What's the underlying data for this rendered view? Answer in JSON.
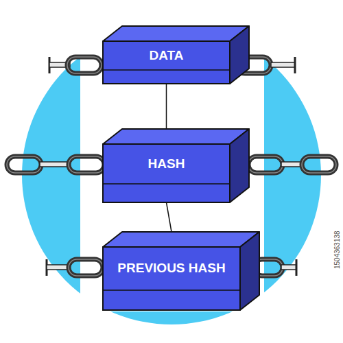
{
  "diagram": {
    "nodes": [
      {
        "text": [
          "DATA"
        ]
      },
      {
        "text": [
          "HASH"
        ]
      },
      {
        "text": [
          "PREVIOUS HASH"
        ]
      }
    ],
    "edges": [
      {
        "from": 0,
        "to": 1,
        "arrow": "none"
      },
      {
        "from": 1,
        "to": 2,
        "arrow": "none"
      }
    ],
    "labels": [
      "1504363138"
    ]
  }
}
